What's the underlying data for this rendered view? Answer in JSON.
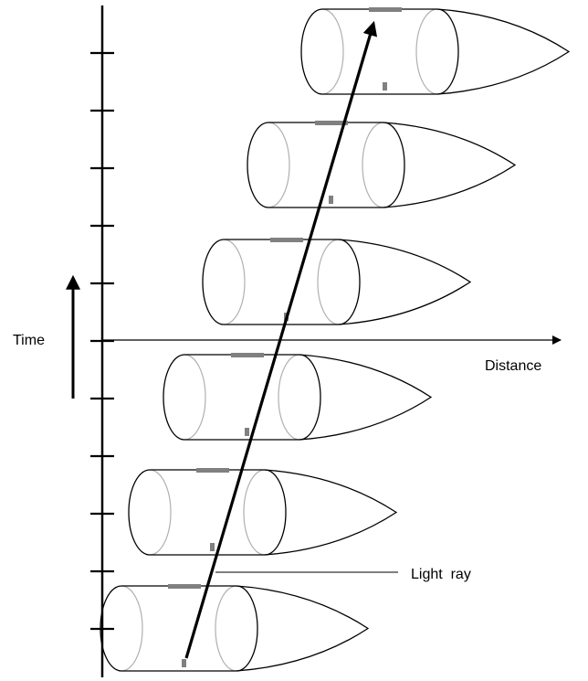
{
  "labels": {
    "time": "Time",
    "distance": "Distance",
    "light_ray": "Light  ray"
  },
  "colors": {
    "ink": "#000000",
    "hidden_edge": "#b0b0b0",
    "marker": "#808080",
    "background": "#ffffff"
  },
  "rocket_count": 6,
  "tick_count": 11
}
